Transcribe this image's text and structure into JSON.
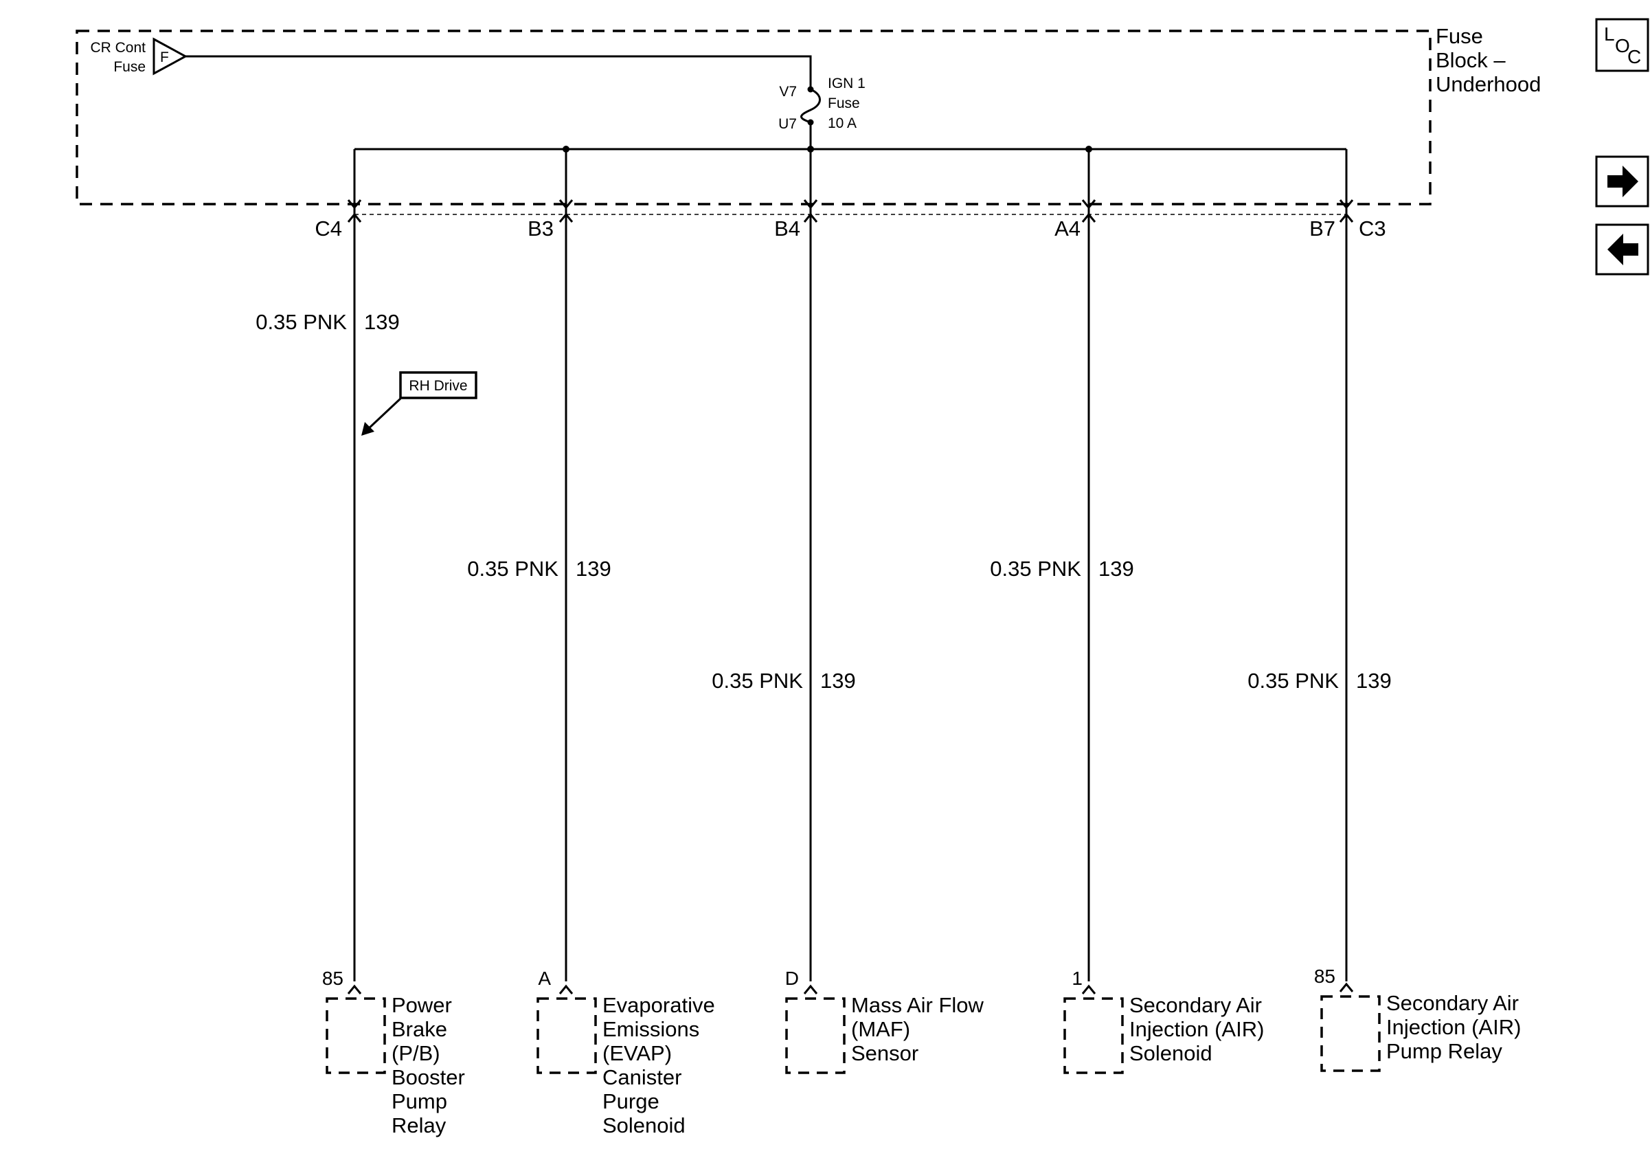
{
  "fuse_block": {
    "label_lines": [
      "Fuse",
      "Block –",
      "Underhood"
    ]
  },
  "cr_cont_fuse": {
    "label_lines": [
      "CR Cont",
      "Fuse"
    ],
    "symbol": "F"
  },
  "ign_fuse": {
    "top_terminal": "V7",
    "bottom_terminal": "U7",
    "label_lines": [
      "IGN 1",
      "Fuse",
      "10 A"
    ]
  },
  "nav": {
    "loc_letters": [
      "L",
      "O",
      "C"
    ],
    "next_icon": "arrow-right-icon",
    "prev_icon": "arrow-left-icon"
  },
  "branches": [
    {
      "fuse_connector": "C4",
      "wire": {
        "size_color": "0.35 PNK",
        "circuit": "139"
      },
      "component_terminal": "85",
      "component_lines": [
        "Power",
        "Brake",
        "(P/B)",
        "Booster",
        "Pump",
        "Relay"
      ],
      "note": "RH Drive"
    },
    {
      "fuse_connector": "B3",
      "wire": {
        "size_color": "0.35 PNK",
        "circuit": "139"
      },
      "component_terminal": "A",
      "component_lines": [
        "Evaporative",
        "Emissions",
        "(EVAP)",
        "Canister",
        "Purge",
        "Solenoid"
      ]
    },
    {
      "fuse_connector": "B4",
      "wire": {
        "size_color": "0.35 PNK",
        "circuit": "139"
      },
      "component_terminal": "D",
      "component_lines": [
        "Mass Air Flow",
        "(MAF)",
        "Sensor"
      ]
    },
    {
      "fuse_connector": "A4",
      "wire": {
        "size_color": "0.35 PNK",
        "circuit": "139"
      },
      "component_terminal": "1",
      "component_lines": [
        "Secondary Air",
        "Injection (AIR)",
        "Solenoid"
      ]
    },
    {
      "fuse_connector": "B7",
      "fuse_connector_secondary": "C3",
      "wire": {
        "size_color": "0.35 PNK",
        "circuit": "139"
      },
      "component_terminal": "85",
      "component_lines": [
        "Secondary Air",
        "Injection (AIR)",
        "Pump Relay"
      ]
    }
  ]
}
